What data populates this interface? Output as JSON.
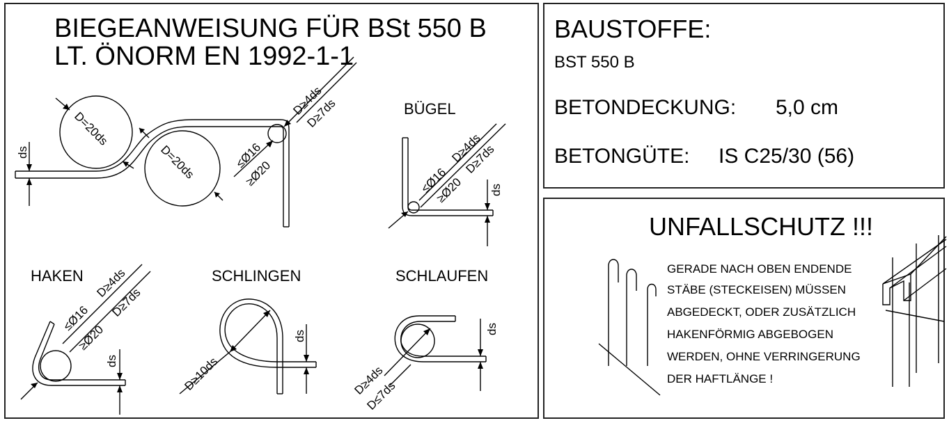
{
  "bending": {
    "title_line1": "BIEGEANWEISUNG FÜR  BSt 550 B",
    "title_line2": "LT. ÖNORM EN 1992-1-1",
    "dim_ds": "ds",
    "dim_d20": "D=20ds",
    "dim_d4": "D≥4ds",
    "dim_d7": "D≥7ds",
    "dim_le16": "≤Ø16",
    "dim_ge20": "≥Ø20",
    "dim_d10": "D≥10ds",
    "dim_dlt7": "D≤7ds",
    "label_buegel": "BÜGEL",
    "label_haken": "HAKEN",
    "label_schlingen": "SCHLINGEN",
    "label_schlaufen": "SCHLAUFEN"
  },
  "materials": {
    "heading": "BAUSTOFFE:",
    "steel": "BST 550 B",
    "cover_label": "BETONDECKUNG:",
    "cover_value": "5,0 cm",
    "grade_label": "BETONGÜTE:",
    "grade_value": "IS C25/30 (56)"
  },
  "safety": {
    "heading": "UNFALLSCHUTZ !!!",
    "lines": [
      "GERADE NACH OBEN ENDENDE",
      "STÄBE (STECKEISEN) MÜSSEN",
      "ABGEDECKT, ODER ZUSÄTZLICH",
      "HAKENFÖRMIG ABGEBOGEN",
      "WERDEN, OHNE VERRINGERUNG",
      "DER HAFTLÄNGE !"
    ]
  }
}
